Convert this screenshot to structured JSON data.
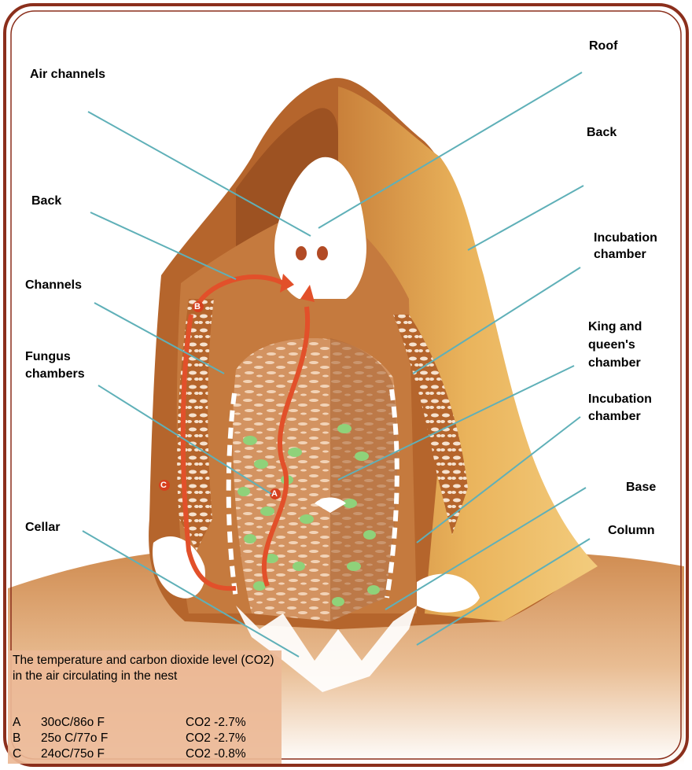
{
  "labels": {
    "roof": "Roof",
    "air_channels": "Air channels",
    "back_right": "Back",
    "back_left": "Back",
    "incubation_top_1": "Incubation",
    "incubation_top_2": "chamber",
    "channels": "Channels",
    "king_1": "King and",
    "king_2": "queen's",
    "king_3": "chamber",
    "fungus_1": "Fungus",
    "fungus_2": "chambers",
    "incubation_bottom_1": "Incubation",
    "incubation_bottom_2": "chamber",
    "base": "Base",
    "cellar": "Cellar",
    "column": "Column"
  },
  "markers": [
    "B",
    "C",
    "A"
  ],
  "info": {
    "description": "The temperature and carbon dioxide level (CO2) in the air circulating in the nest",
    "rows": [
      {
        "id": "A",
        "temp": "30oC/86o F",
        "co2": "CO2  -2.7%"
      },
      {
        "id": "B",
        "temp": "25o C/77o F",
        "co2": "CO2  -2.7%"
      },
      {
        "id": "C",
        "temp": "24oC/75o F",
        "co2": "CO2  -0.8%"
      }
    ]
  },
  "colors": {
    "frame": "#8b2f1c",
    "mound_outer": "#b5652c",
    "mound_light": "#e6a653",
    "interior": "#c57a3e",
    "air_chamber": "#ffffff",
    "airflow": "#e2502a",
    "fungus": "#8fd27a",
    "leader": "#5fb0b8",
    "info_bg": "#ecb896"
  }
}
